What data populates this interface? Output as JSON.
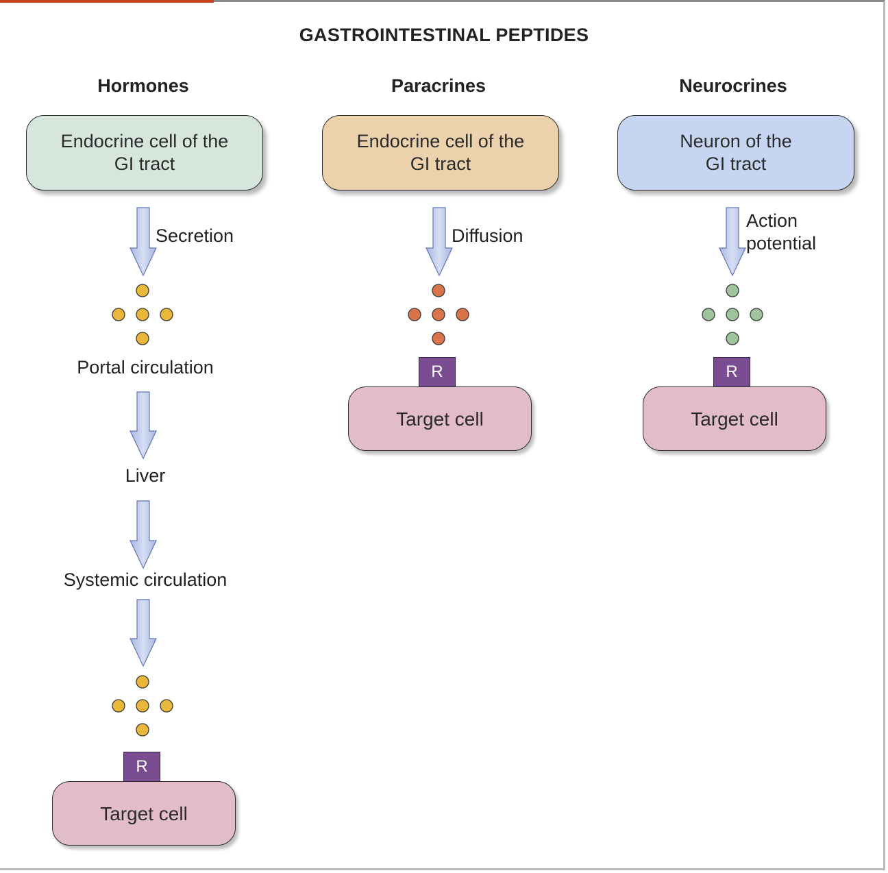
{
  "title": "GASTROINTESTINAL PEPTIDES",
  "columns": [
    {
      "header": "Hormones",
      "source_line1": "Endocrine cell of the",
      "source_line2": "GI tract",
      "source_color": "#d7e6dc",
      "step1": "Secretion",
      "step2": "Portal circulation",
      "step3": "Liver",
      "step4": "Systemic circulation",
      "receptor": "R",
      "target": "Target cell",
      "dot_color": "#e9b73a"
    },
    {
      "header": "Paracrines",
      "source_line1": "Endocrine cell of the",
      "source_line2": "GI tract",
      "source_color": "#ecd2ac",
      "step1": "Diffusion",
      "receptor": "R",
      "target": "Target cell",
      "dot_color": "#d9734a"
    },
    {
      "header": "Neurocrines",
      "source_line1": "Neuron of the",
      "source_line2": "GI tract",
      "source_color": "#c6d6f2",
      "step1_line1": "Action",
      "step1_line2": "potential",
      "receptor": "R",
      "target": "Target cell",
      "dot_color": "#9ec39d"
    }
  ],
  "colors": {
    "arrow_fill": "#b9c6e8",
    "arrow_stroke": "#5f73b4",
    "target_fill": "#e3bccb",
    "receptor_fill": "#7a4c91"
  }
}
